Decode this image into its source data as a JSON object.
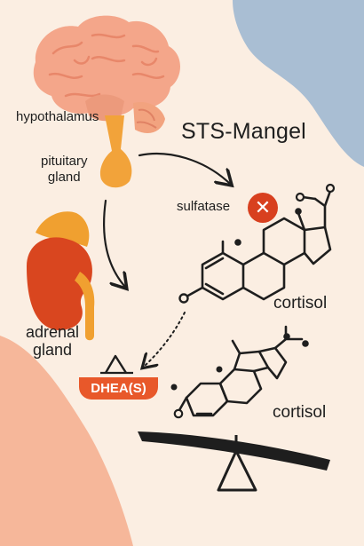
{
  "title": "STS-Mangel",
  "labels": {
    "hypothalamus": "hypothalamus",
    "pituitary_line1": "pituitary",
    "pituitary_line2": "gland",
    "adrenal_line1": "adrenal",
    "adrenal_line2": "gland",
    "sulfatase": "sulfatase",
    "cortisol_top": "cortisol",
    "cortisol_bottom": "cortisol",
    "dhea": "DHEA(S)"
  },
  "icons": {
    "block": "x-mark-icon",
    "brain": "brain-icon",
    "pituitary": "pituitary-gland-icon",
    "adrenal": "adrenal-gland-icon",
    "balance": "balance-scale-icon"
  },
  "glyphs": {
    "block": "✕"
  },
  "colors": {
    "background": "#FBEEE2",
    "brain": "#F4A68A",
    "pituitary": "#F2A33A",
    "adrenal_body": "#D9461F",
    "adrenal_cap": "#F0A030",
    "sulfatase_block": "#D8401F",
    "dhea_badge": "#E8582A",
    "blob_blue": "#A9BED3",
    "blob_peach": "#F6B79A",
    "ink": "#1E1E1E"
  }
}
